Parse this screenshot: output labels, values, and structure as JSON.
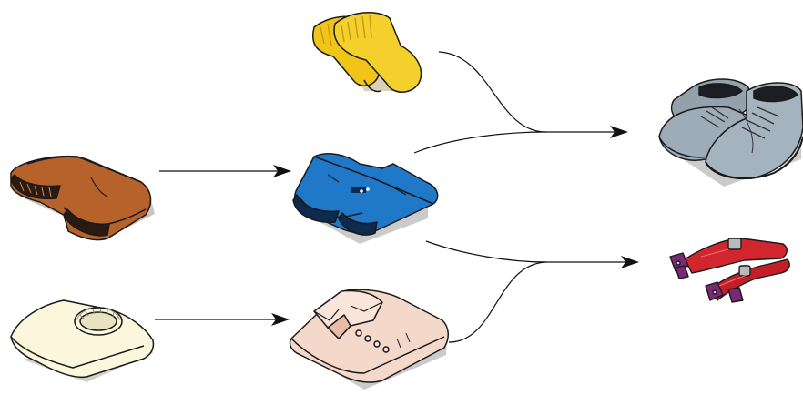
{
  "diagram": {
    "type": "dressing-order-flow",
    "nodes": [
      {
        "id": "socks",
        "icon": "yellow-socks-icon",
        "color": "#f2cd2a"
      },
      {
        "id": "shorts",
        "icon": "brown-shorts-icon",
        "color": "#b8642a"
      },
      {
        "id": "trousers",
        "icon": "blue-trousers-icon",
        "color": "#1f73c4"
      },
      {
        "id": "undershirt",
        "icon": "cream-tshirt-icon",
        "color": "#fbf6d8"
      },
      {
        "id": "shirt",
        "icon": "pink-shirt-icon",
        "color": "#f3d5c6"
      },
      {
        "id": "shoes",
        "icon": "gray-shoes-icon",
        "color": "#9aa8b4"
      },
      {
        "id": "suspenders",
        "icon": "red-suspenders-icon",
        "color": "#d5262e"
      }
    ],
    "edges": [
      {
        "from": "shorts",
        "to": "trousers"
      },
      {
        "from": "undershirt",
        "to": "shirt"
      },
      {
        "from": "socks",
        "to": "shoes"
      },
      {
        "from": "trousers",
        "to": "shoes"
      },
      {
        "from": "trousers",
        "to": "suspenders"
      },
      {
        "from": "shirt",
        "to": "suspenders"
      }
    ]
  }
}
